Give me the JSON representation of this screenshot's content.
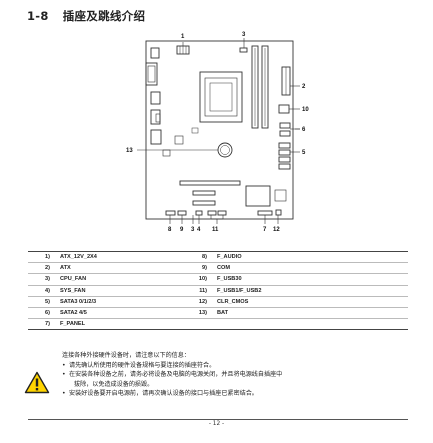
{
  "heading": {
    "number": "1-8",
    "title": "插座及跳线介绍"
  },
  "callouts": [
    "1",
    "2",
    "3",
    "4",
    "5",
    "6",
    "7",
    "8",
    "9",
    "10",
    "11",
    "12",
    "13"
  ],
  "connectors": [
    {
      "n": "1)",
      "label": "ATX_12V_2X4"
    },
    {
      "n": "2)",
      "label": "ATX"
    },
    {
      "n": "3)",
      "label": "CPU_FAN"
    },
    {
      "n": "4)",
      "label": "SYS_FAN"
    },
    {
      "n": "5)",
      "label": "SATA3 0/1/2/3"
    },
    {
      "n": "6)",
      "label": "SATA2 4/5"
    },
    {
      "n": "7)",
      "label": "F_PANEL"
    },
    {
      "n": "8)",
      "label": "F_AUDIO"
    },
    {
      "n": "9)",
      "label": "COM"
    },
    {
      "n": "10)",
      "label": "F_USB30"
    },
    {
      "n": "11)",
      "label": "F_USB1/F_USB2"
    },
    {
      "n": "12)",
      "label": "CLR_CMOS"
    },
    {
      "n": "13)",
      "label": "BAT"
    }
  ],
  "notice": {
    "intro": "连接各种外接硬件设备时，请注意以下的信息：",
    "bullets": [
      "请先确认所使用的硬件设备规格与要连接的插座符合。",
      "在安装各种设备之前，请务必将设备及电脑的电源关闭，并且将电源线自插座中",
      "安装好设备要开启电源前，请再次确认设备的接口与插座已紧密结合。"
    ],
    "continuation": "拔除，以免造成设备的损毁。"
  },
  "page_number": "- 12 -",
  "colors": {
    "text": "#222222",
    "board_line": "#333333",
    "rule": "#555555"
  }
}
